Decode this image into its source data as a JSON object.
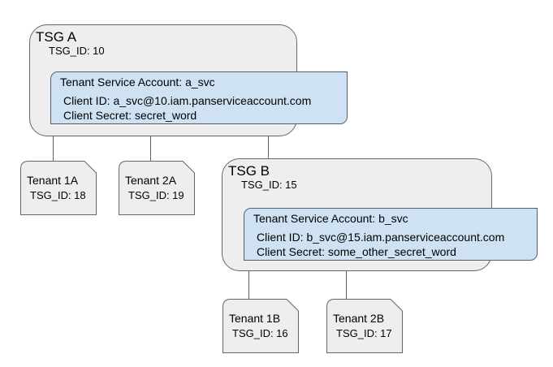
{
  "colors": {
    "canvas_bg": "#ffffff",
    "node_fill": "#eeeeee",
    "node_border": "#666666",
    "connector": "#666666",
    "account_fill": "#cfe2f3",
    "account_border": "#54616c",
    "text": "#000000"
  },
  "groups": [
    {
      "title": "TSG A",
      "tsg_id": "TSG_ID: 10",
      "service_account": {
        "title": "Tenant Service Account: a_svc",
        "client_id": "Client ID: a_svc@10.iam.panserviceaccount.com",
        "client_secret": "Client Secret: secret_word"
      },
      "tenants": [
        {
          "title": "Tenant 1A",
          "tsg_id": "TSG_ID: 18"
        },
        {
          "title": "Tenant 2A",
          "tsg_id": "TSG_ID: 19"
        }
      ]
    },
    {
      "title": "TSG B",
      "tsg_id": "TSG_ID: 15",
      "service_account": {
        "title": "Tenant Service Account: b_svc",
        "client_id": "Client ID: b_svc@15.iam.panserviceaccount.com",
        "client_secret": "Client Secret: some_other_secret_word"
      },
      "tenants": [
        {
          "title": "Tenant 1B",
          "tsg_id": "TSG_ID: 16"
        },
        {
          "title": "Tenant 2B",
          "tsg_id": "TSG_ID: 17"
        }
      ]
    }
  ]
}
